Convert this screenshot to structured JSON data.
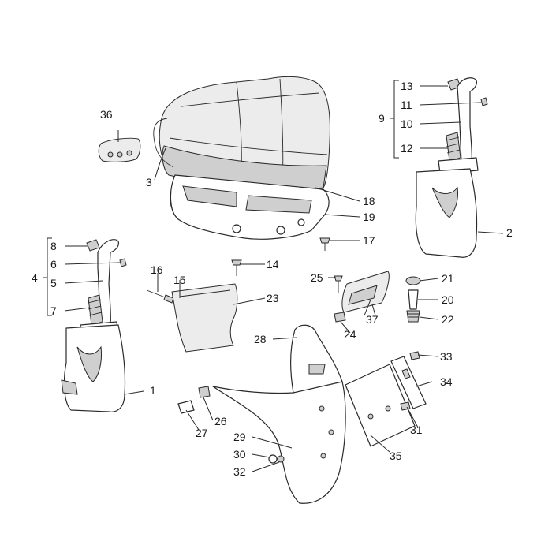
{
  "diagram": {
    "callouts": [
      {
        "id": "1",
        "label": "1"
      },
      {
        "id": "2",
        "label": "2"
      },
      {
        "id": "3",
        "label": "3"
      },
      {
        "id": "4",
        "label": "4"
      },
      {
        "id": "5",
        "label": "5"
      },
      {
        "id": "6",
        "label": "6"
      },
      {
        "id": "7",
        "label": "7"
      },
      {
        "id": "8",
        "label": "8"
      },
      {
        "id": "9",
        "label": "9"
      },
      {
        "id": "10",
        "label": "10"
      },
      {
        "id": "11",
        "label": "11"
      },
      {
        "id": "12",
        "label": "12"
      },
      {
        "id": "13",
        "label": "13"
      },
      {
        "id": "14",
        "label": "14"
      },
      {
        "id": "15",
        "label": "15"
      },
      {
        "id": "16",
        "label": "16"
      },
      {
        "id": "17",
        "label": "17"
      },
      {
        "id": "18",
        "label": "18"
      },
      {
        "id": "19",
        "label": "19"
      },
      {
        "id": "20",
        "label": "20"
      },
      {
        "id": "21",
        "label": "21"
      },
      {
        "id": "22",
        "label": "22"
      },
      {
        "id": "23",
        "label": "23"
      },
      {
        "id": "24",
        "label": "24"
      },
      {
        "id": "25",
        "label": "25"
      },
      {
        "id": "26",
        "label": "26"
      },
      {
        "id": "27",
        "label": "27"
      },
      {
        "id": "28",
        "label": "28"
      },
      {
        "id": "29",
        "label": "29"
      },
      {
        "id": "30",
        "label": "30"
      },
      {
        "id": "31",
        "label": "31"
      },
      {
        "id": "32",
        "label": "32"
      },
      {
        "id": "33",
        "label": "33"
      },
      {
        "id": "34",
        "label": "34"
      },
      {
        "id": "35",
        "label": "35"
      },
      {
        "id": "36",
        "label": "36"
      },
      {
        "id": "37",
        "label": "37"
      }
    ]
  }
}
